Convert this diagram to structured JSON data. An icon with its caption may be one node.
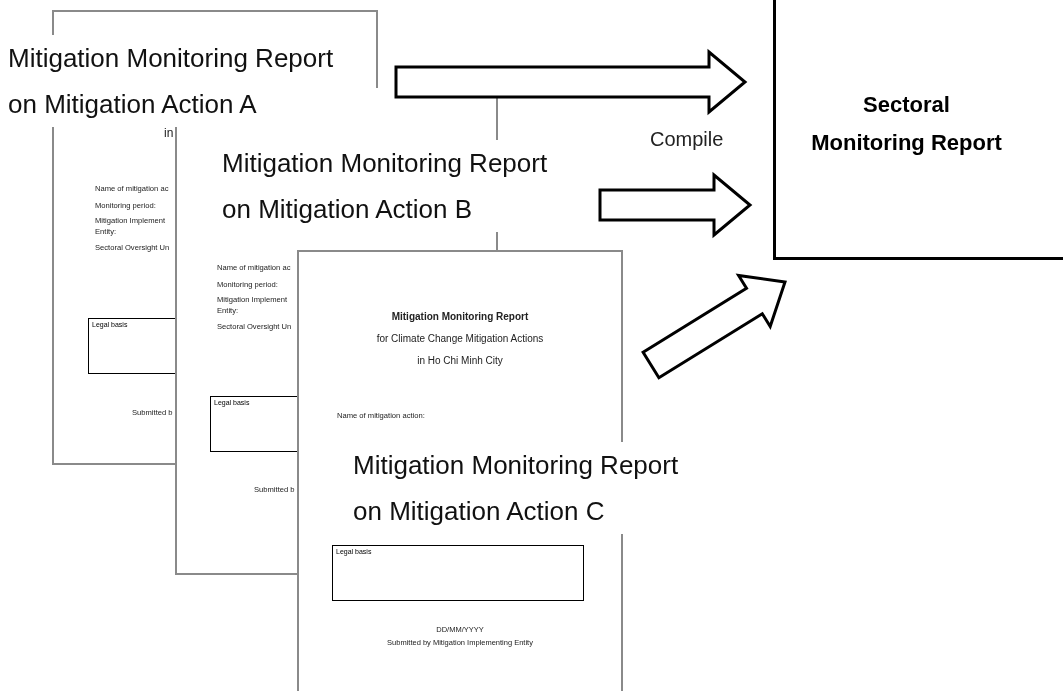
{
  "diagram": {
    "nodes": [
      {
        "text": [
          "Mitigation Monitoring Report on Mitigation Action A"
        ]
      },
      {
        "text": [
          "in",
          "Name of mitigation ac",
          "Monitoring period:",
          "Mitigation Implement Entity:",
          "Sectoral Oversight Un",
          "Submitted b"
        ]
      },
      {
        "text": [
          "Legal basis"
        ],
        "in": 1
      },
      {
        "text": [
          "Mitigation Monitoring Report on Mitigation Action B"
        ]
      },
      {
        "text": [
          "Name of mitigation ac",
          "Monitoring period:",
          "Mitigation Implement Entity:",
          "Sectoral Oversight Un",
          "Submitted b"
        ]
      },
      {
        "text": [
          "Legal basis"
        ],
        "in": 4
      },
      {
        "text": [
          "Mitigation Monitoring Report",
          "for Climate Change Mitigation Actions",
          "in Ho Chi Minh City",
          "Name of mitigation action:",
          "DD/MM/YYYY",
          "Submitted by Mitigation Implementing Entity"
        ]
      },
      {
        "text": [
          "Legal basis"
        ],
        "in": 6
      },
      {
        "text": [
          "Mitigation Monitoring Report on Mitigation Action C"
        ]
      },
      {
        "text": [
          "Sectoral Monitoring Report"
        ]
      }
    ],
    "edges": [
      {
        "from": 0,
        "to": 9,
        "arrow": "to"
      },
      {
        "from": 3,
        "to": 9,
        "arrow": "to"
      },
      {
        "from": 8,
        "to": 9,
        "arrow": "to"
      }
    ],
    "labels": [
      "Compile"
    ]
  }
}
